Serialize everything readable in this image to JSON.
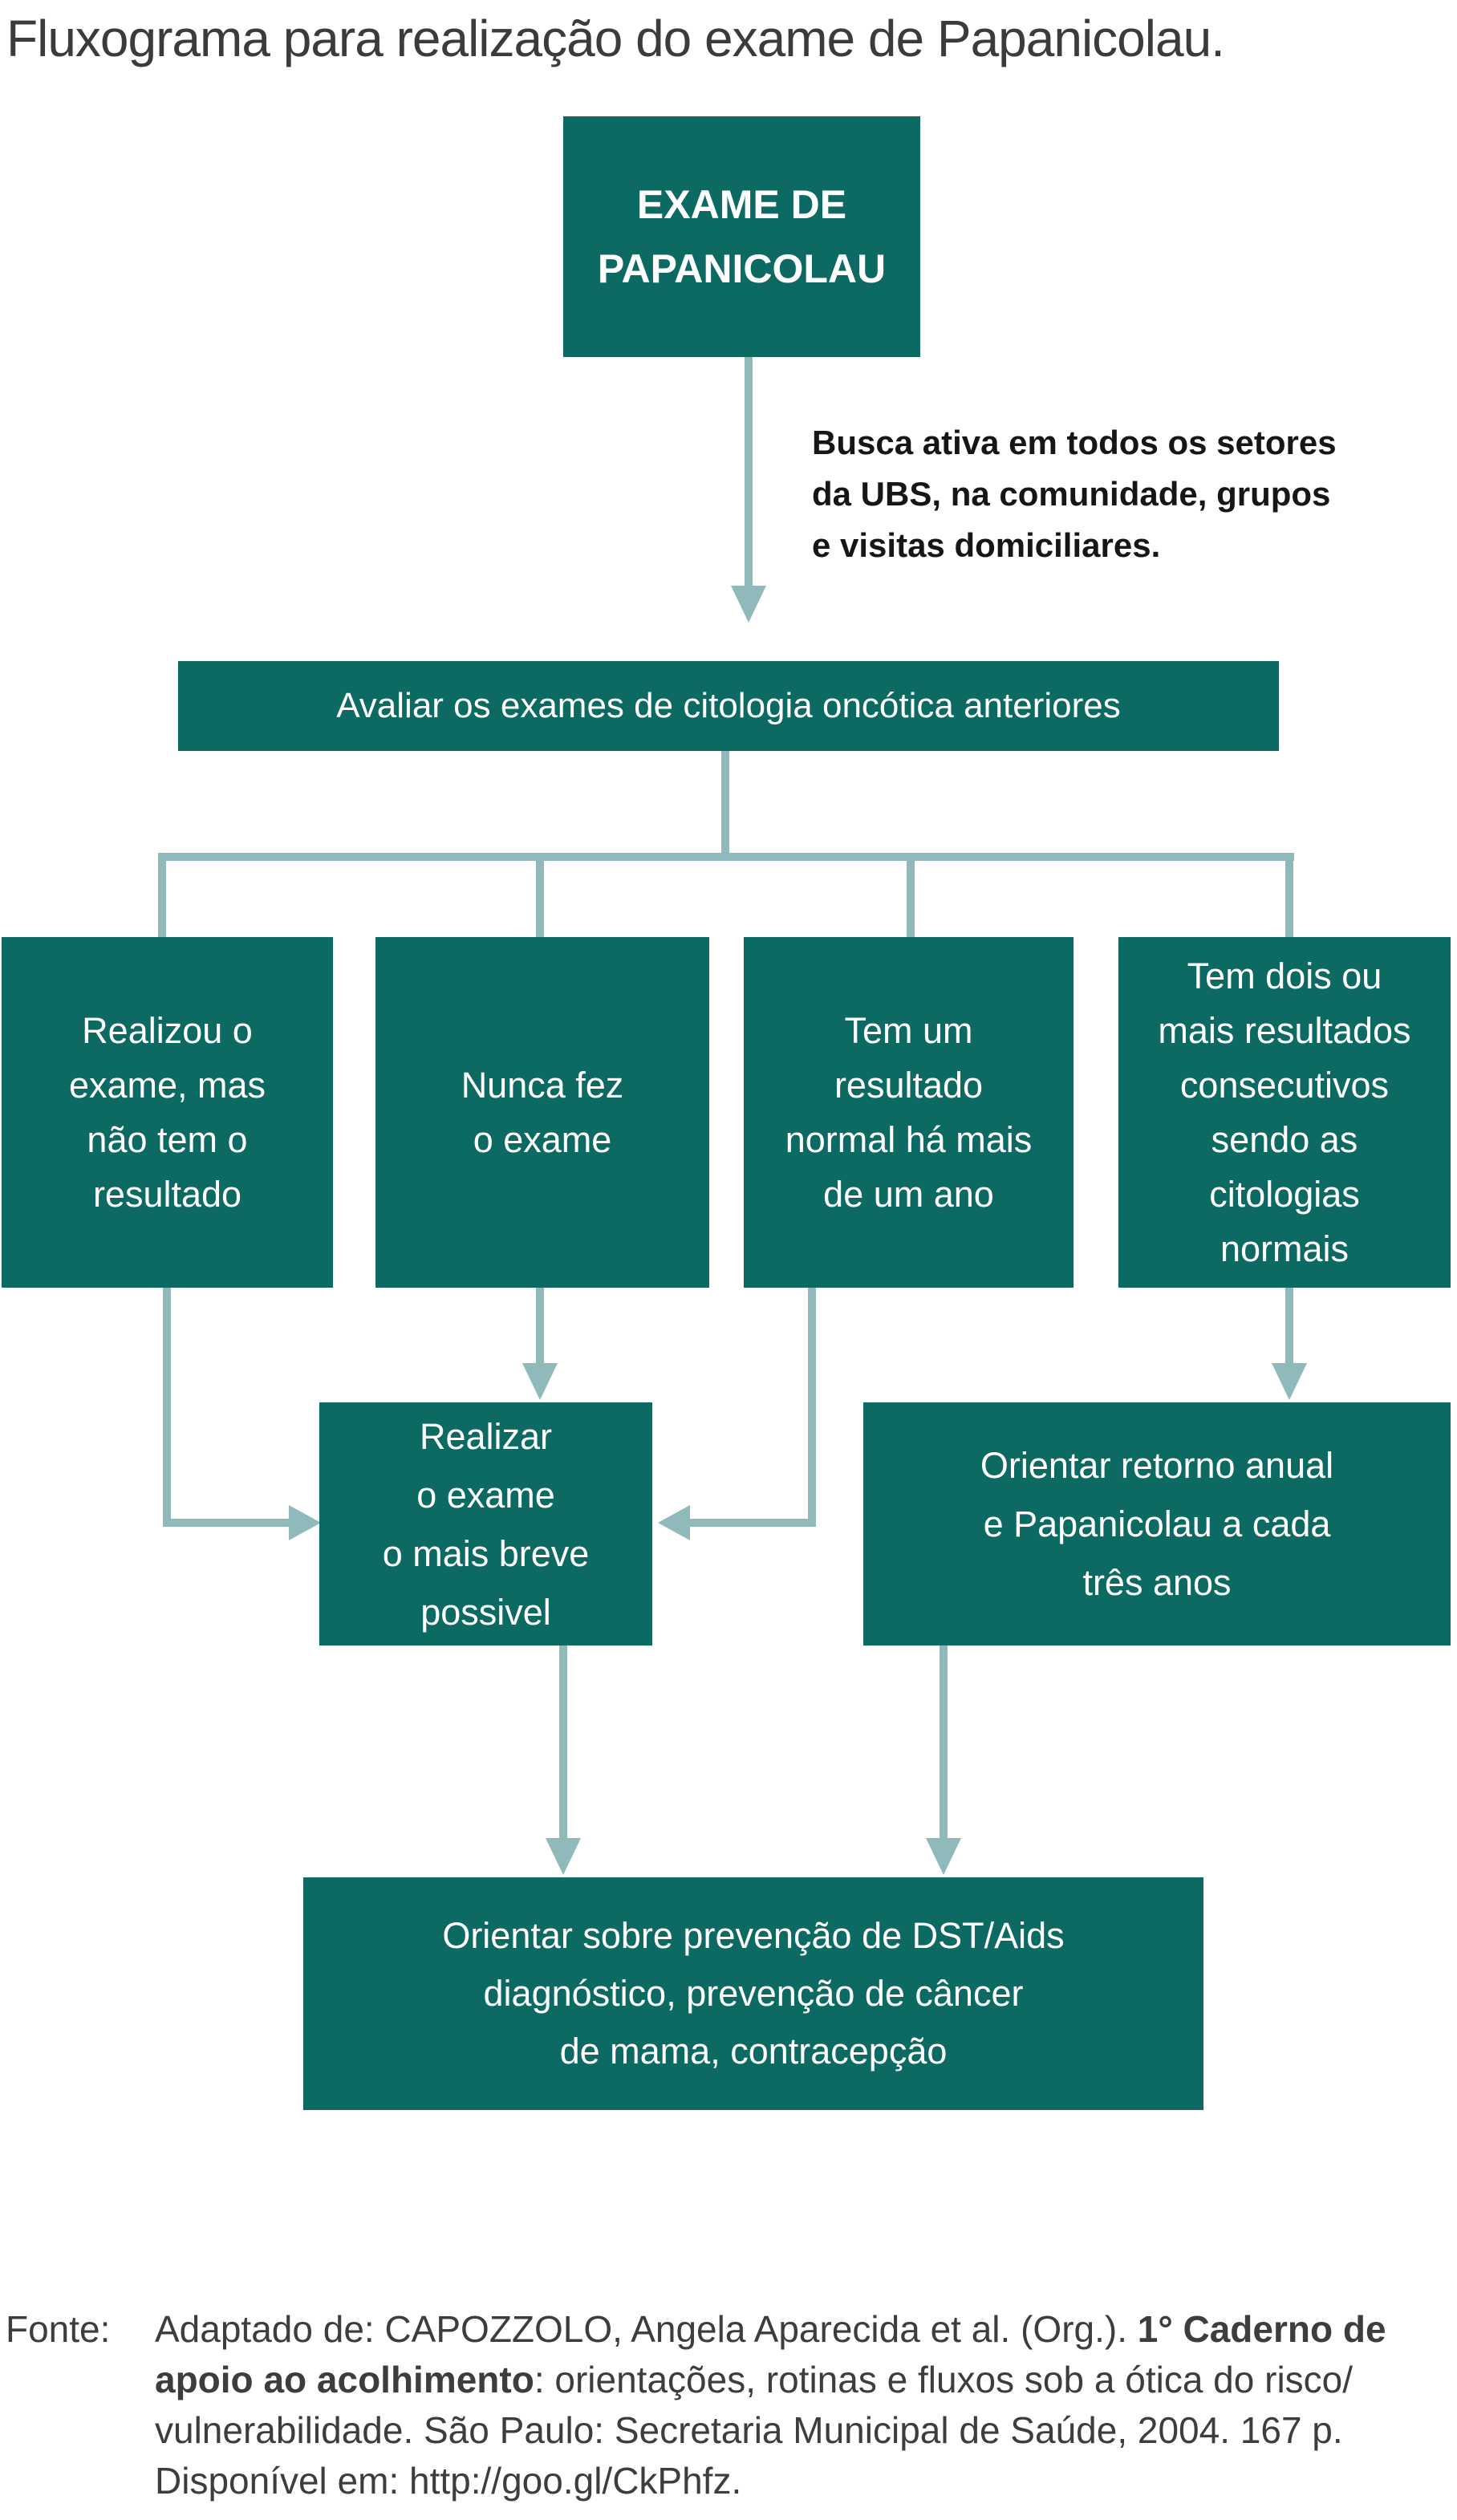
{
  "title": "Fluxograma para realização do exame de Papanicolau.",
  "colors": {
    "node_fill": "#0d6a63",
    "node_text": "#ffffff",
    "connector": "#8fb9ba",
    "title_text": "#3b3b3b",
    "annotation_text": "#161616"
  },
  "flowchart": {
    "start": {
      "label": "EXAME DE\nPAPANICOLAU"
    },
    "annotation": "Busca ativa em todos os setores\nda UBS, na comunidade, grupos\ne visitas domiciliares.",
    "evaluate": {
      "label": "Avaliar os exames de citologia oncótica anteriores"
    },
    "conditions": [
      {
        "label": "Realizou o\nexame, mas\nnão tem o\nresultado"
      },
      {
        "label": "Nunca fez\no exame"
      },
      {
        "label": "Tem um\nresultado\nnormal há mais\nde um ano"
      },
      {
        "label": "Tem dois ou\nmais resultados\nconsecutivos\nsendo as\ncitologias\nnormais"
      }
    ],
    "actions": [
      {
        "label": "Realizar\no exame\no mais breve\npossivel"
      },
      {
        "label": "Orientar retorno anual\ne Papanicolau a cada\ntrês anos"
      }
    ],
    "final": {
      "label": "Orientar sobre prevenção de DST/Aids\ndiagnóstico, prevenção de câncer\nde mama, contracepção"
    }
  },
  "source": {
    "label": "Fonte:",
    "line1_regular": "Adaptado de: CAPOZZOLO, Angela Aparecida et al. (Org.). ",
    "line1_bold": "1° Caderno de",
    "line2_bold": "apoio ao acolhimento",
    "line2_regular": ": orientações, rotinas e fluxos sob a ótica do risco/",
    "line3": "vulnerabilidade. São Paulo: Secretaria Municipal de Saúde, 2004. 167 p.",
    "line4": "Disponível em: http://goo.gl/CkPhfz."
  }
}
